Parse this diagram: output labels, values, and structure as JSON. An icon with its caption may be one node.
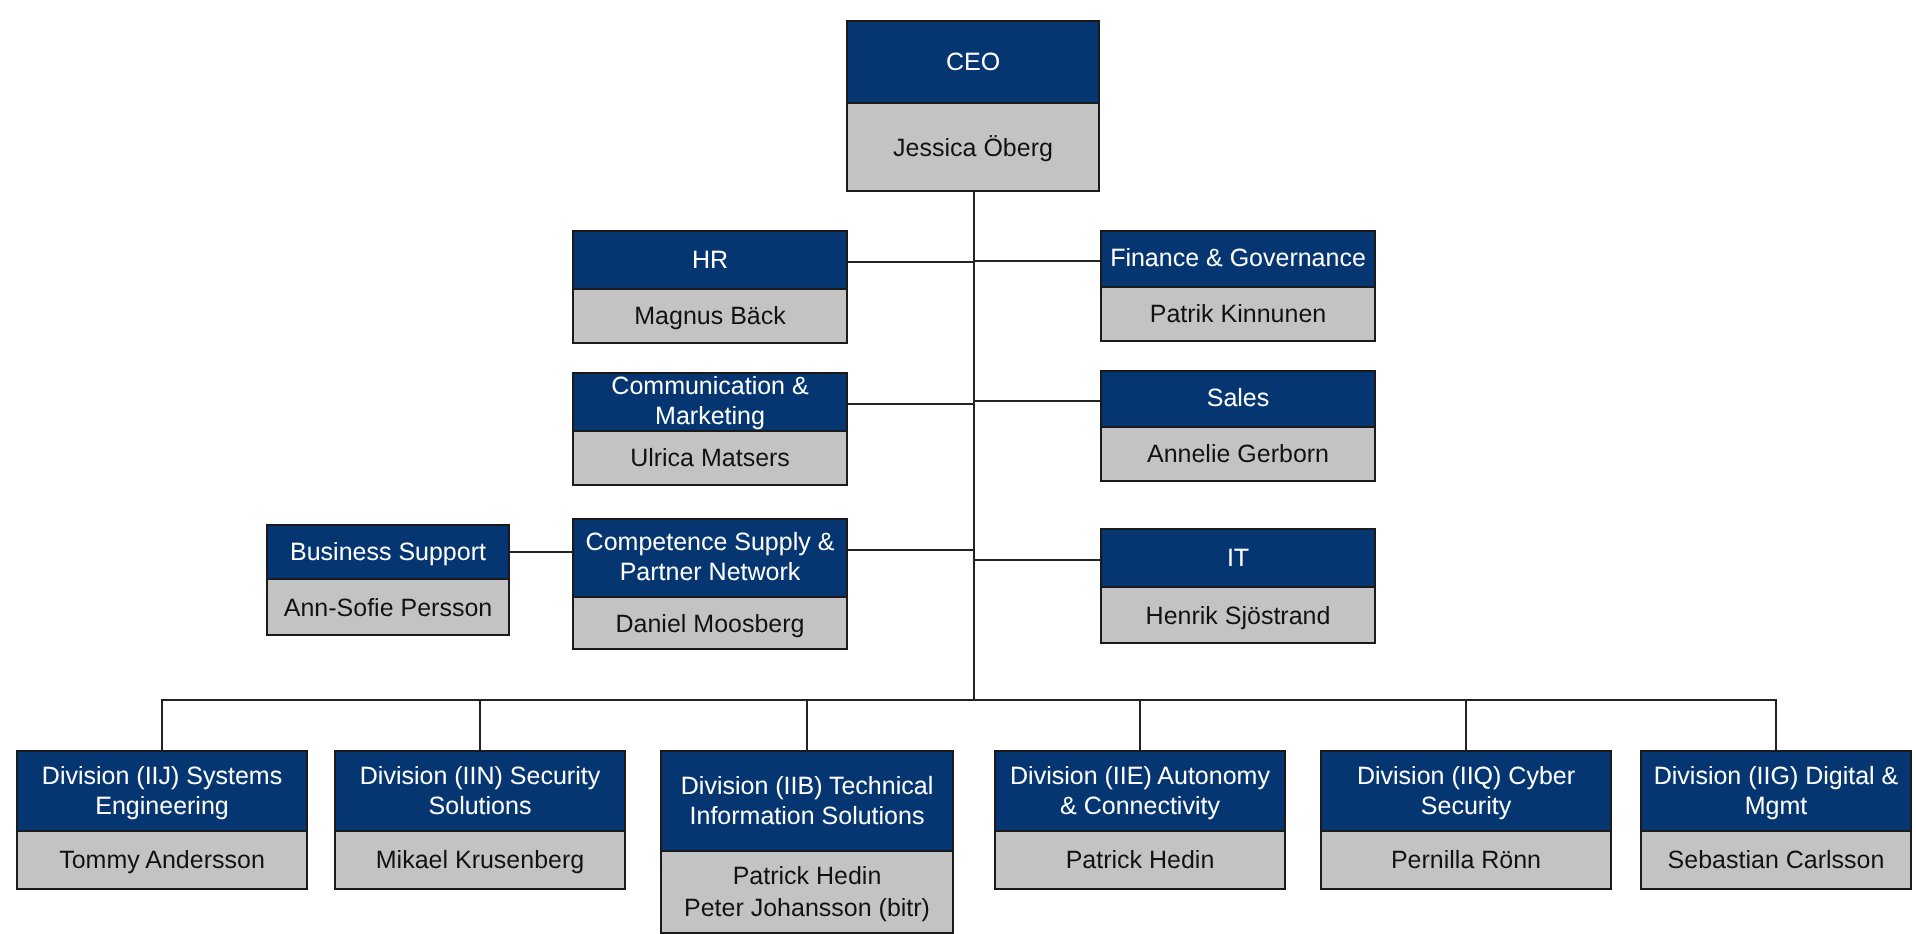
{
  "diagram": {
    "nodes": [
      {
        "text": [
          "CEO",
          "Jessica Öberg"
        ]
      },
      {
        "text": [
          "HR",
          "Magnus Bäck"
        ]
      },
      {
        "text": [
          "Finance & Governance",
          "Patrik Kinnunen"
        ]
      },
      {
        "text": [
          "Communication & Marketing",
          "Ulrica Matsers"
        ]
      },
      {
        "text": [
          "Sales",
          "Annelie Gerborn"
        ]
      },
      {
        "text": [
          "Business Support",
          "Ann-Sofie Persson"
        ]
      },
      {
        "text": [
          "Competence Supply & Partner Network",
          "Daniel Moosberg"
        ]
      },
      {
        "text": [
          "IT",
          "Henrik Sjöstrand"
        ]
      },
      {
        "text": [
          "Division (IIJ) Systems Engineering",
          "Tommy Andersson"
        ]
      },
      {
        "text": [
          "Division (IIN) Security Solutions",
          "Mikael Krusenberg"
        ]
      },
      {
        "text": [
          "Division (IIB) Technical Information Solutions",
          "Patrick Hedin",
          "Peter Johansson (bitr)"
        ]
      },
      {
        "text": [
          "Division (IIE) Autonomy & Connectivity",
          "Patrick Hedin"
        ]
      },
      {
        "text": [
          "Division (IIQ) Cyber Security",
          "Pernilla Rönn"
        ]
      },
      {
        "text": [
          "Division (IIG) Digital & Mgmt",
          "Sebastian Carlsson"
        ]
      }
    ],
    "edges": [
      {
        "from": 0,
        "to": 1,
        "arrow": "none"
      },
      {
        "from": 0,
        "to": 2,
        "arrow": "none"
      },
      {
        "from": 0,
        "to": 3,
        "arrow": "none"
      },
      {
        "from": 0,
        "to": 4,
        "arrow": "none"
      },
      {
        "from": 5,
        "to": 6,
        "arrow": "none"
      },
      {
        "from": 0,
        "to": 6,
        "arrow": "none"
      },
      {
        "from": 0,
        "to": 7,
        "arrow": "none"
      },
      {
        "from": 0,
        "to": 8,
        "arrow": "none"
      },
      {
        "from": 0,
        "to": 9,
        "arrow": "none"
      },
      {
        "from": 0,
        "to": 10,
        "arrow": "none"
      },
      {
        "from": 0,
        "to": 11,
        "arrow": "none"
      },
      {
        "from": 0,
        "to": 12,
        "arrow": "none"
      },
      {
        "from": 0,
        "to": 13,
        "arrow": "none"
      }
    ]
  }
}
